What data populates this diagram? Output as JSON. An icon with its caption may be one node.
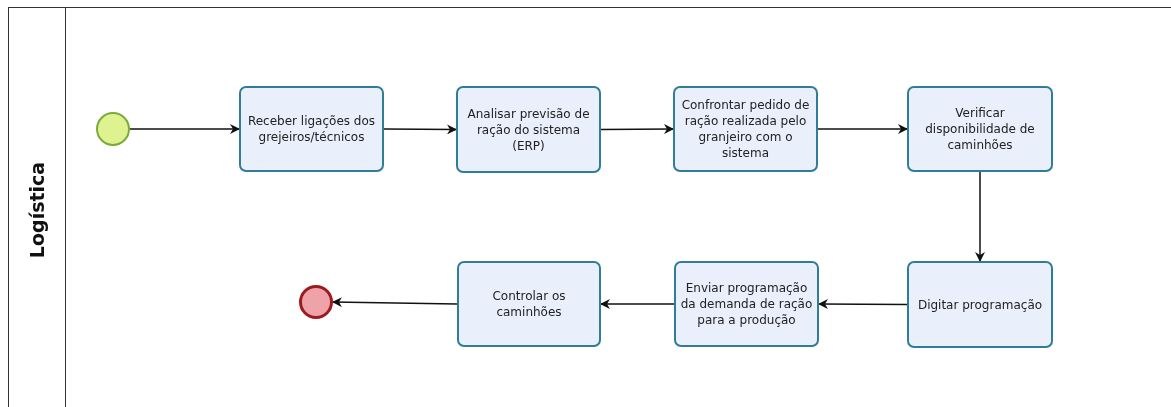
{
  "diagram": {
    "nodes": [
      {
        "text": [
          "Logística"
        ]
      },
      {
        "text": [],
        "shape": "circle",
        "in": 0
      },
      {
        "text": [
          "Receber ligações dos grejeiros/técnicos"
        ],
        "in": 0
      },
      {
        "text": [
          "Analisar previsão de ração do sistema (ERP)"
        ],
        "in": 0
      },
      {
        "text": [
          "Confrontar pedido de ração realizada pelo granjeiro com o sistema"
        ],
        "in": 0
      },
      {
        "text": [
          "Verificar disponibilidade de caminhões"
        ],
        "in": 0
      },
      {
        "text": [
          "Digitar programação"
        ],
        "in": 0
      },
      {
        "text": [
          "Enviar programação da demanda de ração para a produção"
        ],
        "in": 0
      },
      {
        "text": [
          "Controlar os caminhões"
        ],
        "in": 0
      },
      {
        "text": [],
        "shape": "circle",
        "in": 0
      }
    ],
    "edges": [
      {
        "from": 1,
        "to": 2,
        "arrow": "to"
      },
      {
        "from": 2,
        "to": 3,
        "arrow": "to"
      },
      {
        "from": 3,
        "to": 4,
        "arrow": "to"
      },
      {
        "from": 4,
        "to": 5,
        "arrow": "to"
      },
      {
        "from": 5,
        "to": 6,
        "arrow": "to"
      },
      {
        "from": 6,
        "to": 7,
        "arrow": "to"
      },
      {
        "from": 7,
        "to": 8,
        "arrow": "to"
      },
      {
        "from": 8,
        "to": 9,
        "arrow": "to"
      }
    ]
  }
}
